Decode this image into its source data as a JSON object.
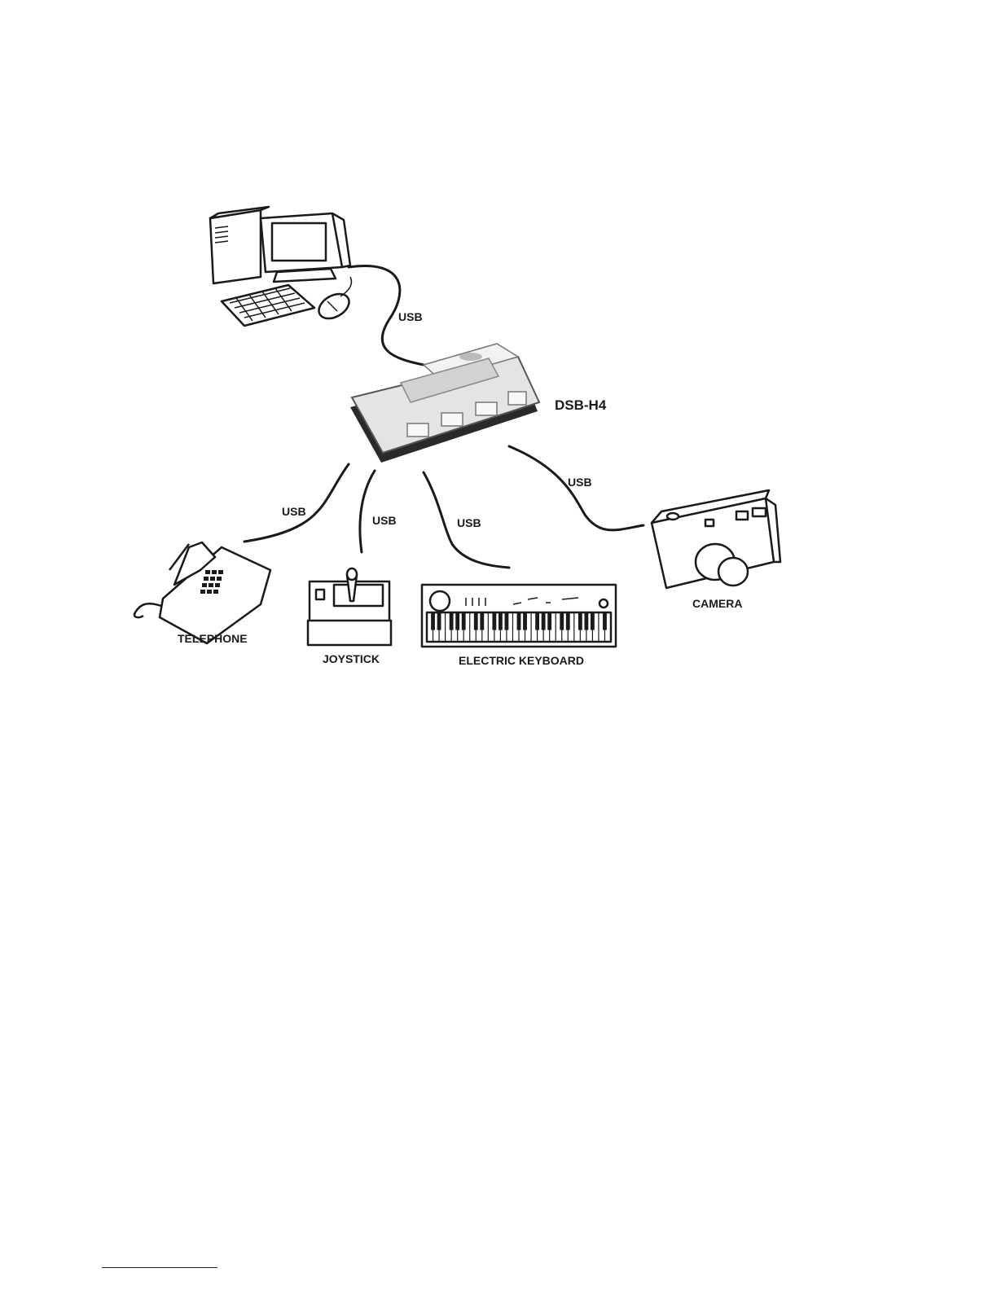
{
  "hub": {
    "label": "DSB-H4"
  },
  "cables": {
    "computer": "USB",
    "telephone": "USB",
    "joystick": "USB",
    "keyboard": "USB",
    "camera": "USB"
  },
  "devices": {
    "telephone": "TELEPHONE",
    "joystick": "JOYSTICK",
    "keyboard": "ELECTRIC KEYBOARD",
    "camera": "CAMERA"
  }
}
